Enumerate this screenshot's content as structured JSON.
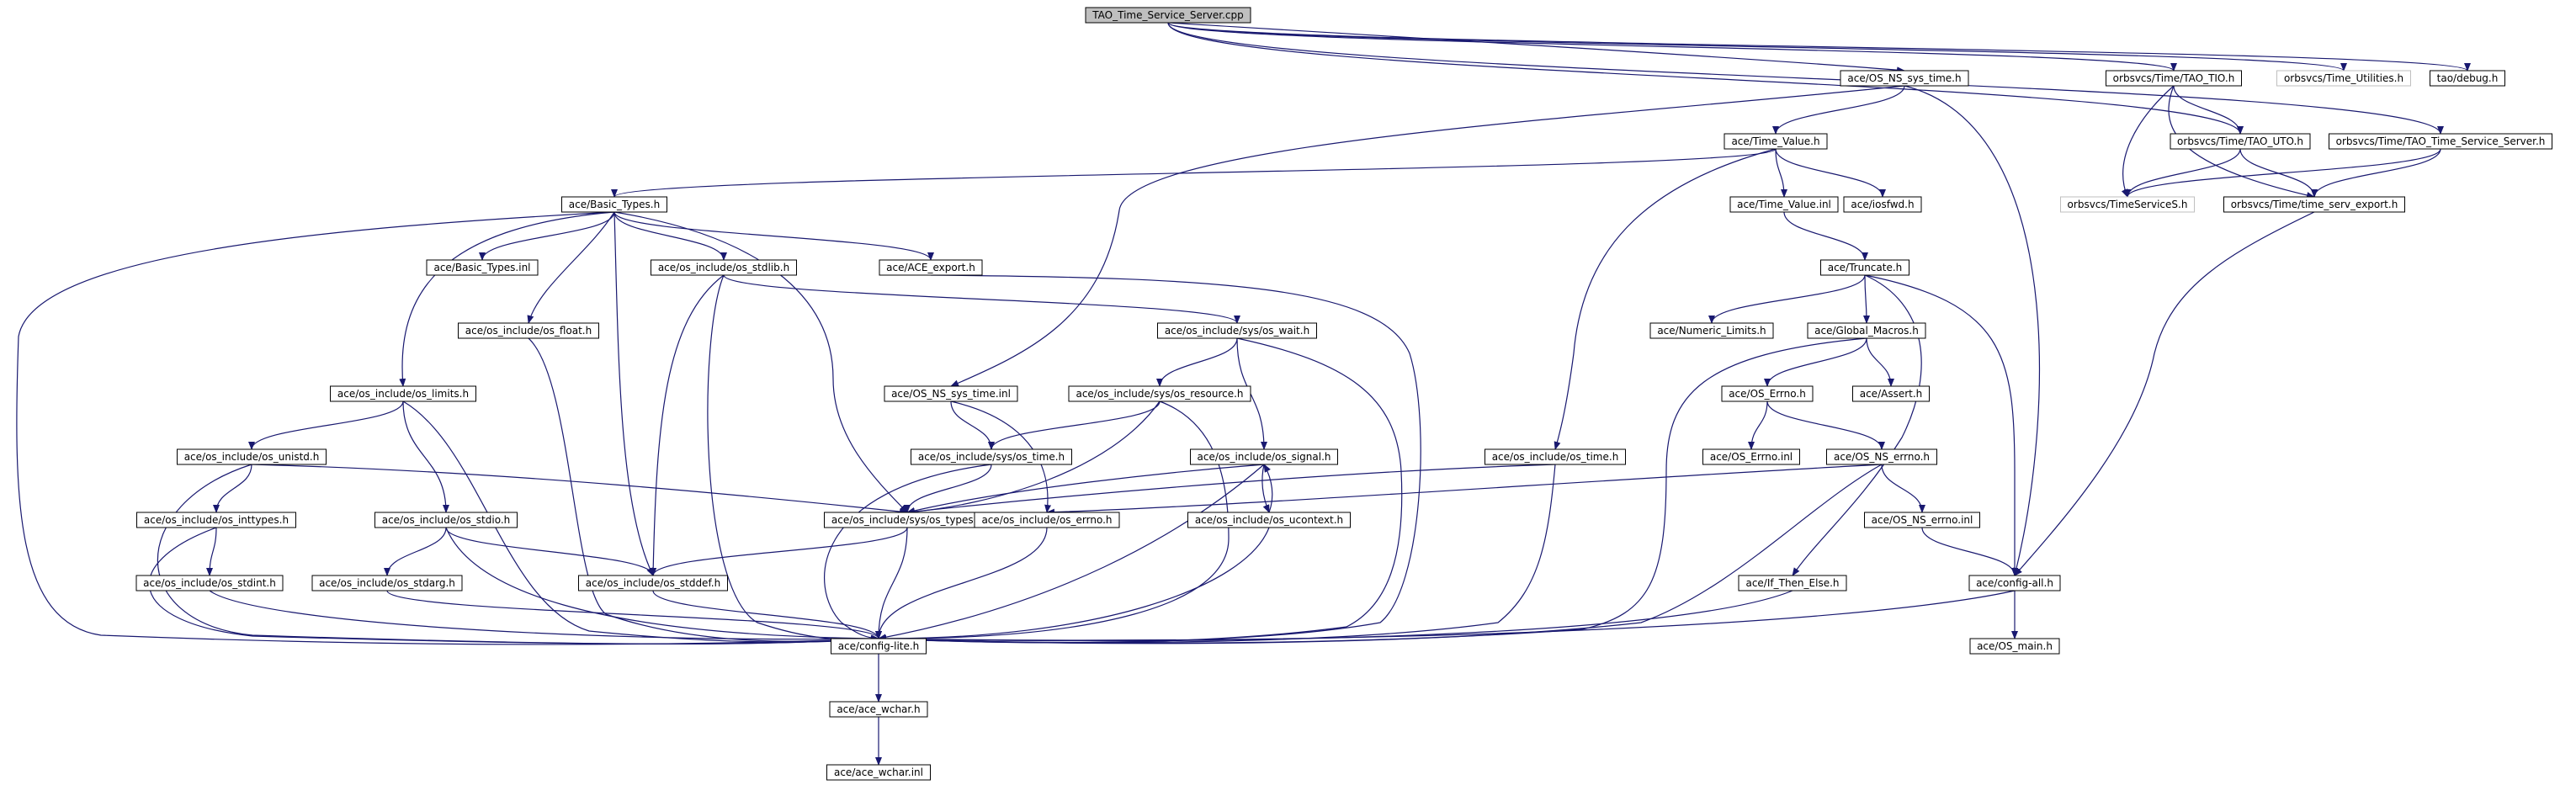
{
  "diagram": {
    "colors": {
      "edge": "#191970",
      "node_border": "#000000",
      "root_fill": "#bfbfbf",
      "node_fill": "#ffffff",
      "external_border": "#bfbfbf"
    },
    "nodes": [
      {
        "id": "root",
        "label": "TAO_Time_Service_Server.cpp",
        "kind": "root"
      },
      {
        "id": "ns_sys_time_h",
        "label": "ace/OS_NS_sys_time.h"
      },
      {
        "id": "tao_tio",
        "label": "orbsvcs/Time/TAO_TIO.h"
      },
      {
        "id": "time_utilities",
        "label": "orbsvcs/Time_Utilities.h",
        "kind": "external"
      },
      {
        "id": "tao_debug",
        "label": "tao/debug.h"
      },
      {
        "id": "time_value_h",
        "label": "ace/Time_Value.h"
      },
      {
        "id": "tao_uto",
        "label": "orbsvcs/Time/TAO_UTO.h"
      },
      {
        "id": "tao_tss_h",
        "label": "orbsvcs/Time/TAO_Time_Service_Server.h"
      },
      {
        "id": "basic_types_h",
        "label": "ace/Basic_Types.h"
      },
      {
        "id": "time_value_inl",
        "label": "ace/Time_Value.inl"
      },
      {
        "id": "iosfwd",
        "label": "ace/iosfwd.h"
      },
      {
        "id": "timeservices",
        "label": "orbsvcs/TimeServiceS.h",
        "kind": "external"
      },
      {
        "id": "time_serv_export",
        "label": "orbsvcs/Time/time_serv_export.h"
      },
      {
        "id": "basic_types_inl",
        "label": "ace/Basic_Types.inl"
      },
      {
        "id": "os_stdlib",
        "label": "ace/os_include/os_stdlib.h"
      },
      {
        "id": "ace_export",
        "label": "ace/ACE_export.h"
      },
      {
        "id": "truncate",
        "label": "ace/Truncate.h"
      },
      {
        "id": "os_float",
        "label": "ace/os_include/os_float.h"
      },
      {
        "id": "sys_wait",
        "label": "ace/os_include/sys/os_wait.h"
      },
      {
        "id": "numeric_limits",
        "label": "ace/Numeric_Limits.h"
      },
      {
        "id": "global_macros",
        "label": "ace/Global_Macros.h"
      },
      {
        "id": "os_limits",
        "label": "ace/os_include/os_limits.h"
      },
      {
        "id": "ns_sys_time_inl",
        "label": "ace/OS_NS_sys_time.inl"
      },
      {
        "id": "sys_resource",
        "label": "ace/os_include/sys/os_resource.h"
      },
      {
        "id": "os_errno_h",
        "label": "ace/OS_Errno.h"
      },
      {
        "id": "assert_h",
        "label": "ace/Assert.h"
      },
      {
        "id": "os_unistd",
        "label": "ace/os_include/os_unistd.h"
      },
      {
        "id": "sys_time",
        "label": "ace/os_include/sys/os_time.h"
      },
      {
        "id": "os_signal",
        "label": "ace/os_include/os_signal.h"
      },
      {
        "id": "os_time",
        "label": "ace/os_include/os_time.h"
      },
      {
        "id": "os_errno_inl",
        "label": "ace/OS_Errno.inl"
      },
      {
        "id": "ns_errno_h",
        "label": "ace/OS_NS_errno.h"
      },
      {
        "id": "os_inttypes",
        "label": "ace/os_include/os_inttypes.h"
      },
      {
        "id": "os_stdio",
        "label": "ace/os_include/os_stdio.h"
      },
      {
        "id": "sys_types",
        "label": "ace/os_include/sys/os_types.h"
      },
      {
        "id": "inc_os_errno",
        "label": "ace/os_include/os_errno.h"
      },
      {
        "id": "os_ucontext",
        "label": "ace/os_include/os_ucontext.h"
      },
      {
        "id": "ns_errno_inl",
        "label": "ace/OS_NS_errno.inl"
      },
      {
        "id": "os_stdint",
        "label": "ace/os_include/os_stdint.h"
      },
      {
        "id": "os_stdarg",
        "label": "ace/os_include/os_stdarg.h"
      },
      {
        "id": "os_stddef",
        "label": "ace/os_include/os_stddef.h"
      },
      {
        "id": "if_then_else",
        "label": "ace/If_Then_Else.h"
      },
      {
        "id": "config_all",
        "label": "ace/config-all.h"
      },
      {
        "id": "config_lite",
        "label": "ace/config-lite.h"
      },
      {
        "id": "os_main",
        "label": "ace/OS_main.h"
      },
      {
        "id": "ace_wchar_h",
        "label": "ace/ace_wchar.h"
      },
      {
        "id": "ace_wchar_inl",
        "label": "ace/ace_wchar.inl"
      }
    ],
    "edges": [
      [
        "root",
        "ns_sys_time_h"
      ],
      [
        "root",
        "tao_tio"
      ],
      [
        "root",
        "time_utilities"
      ],
      [
        "root",
        "tao_debug"
      ],
      [
        "root",
        "tao_uto"
      ],
      [
        "root",
        "tao_tss_h"
      ],
      [
        "ns_sys_time_h",
        "time_value_h"
      ],
      [
        "ns_sys_time_h",
        "ns_sys_time_inl"
      ],
      [
        "ns_sys_time_h",
        "config_all"
      ],
      [
        "tao_tio",
        "tao_uto"
      ],
      [
        "tao_tio",
        "timeservices"
      ],
      [
        "tao_tio",
        "time_serv_export"
      ],
      [
        "tao_uto",
        "timeservices"
      ],
      [
        "tao_uto",
        "time_serv_export"
      ],
      [
        "tao_tss_h",
        "timeservices"
      ],
      [
        "tao_tss_h",
        "time_serv_export"
      ],
      [
        "time_serv_export",
        "config_all"
      ],
      [
        "time_value_h",
        "basic_types_h"
      ],
      [
        "time_value_h",
        "time_value_inl"
      ],
      [
        "time_value_h",
        "iosfwd"
      ],
      [
        "time_value_h",
        "os_time"
      ],
      [
        "time_value_inl",
        "truncate"
      ],
      [
        "truncate",
        "numeric_limits"
      ],
      [
        "truncate",
        "global_macros"
      ],
      [
        "truncate",
        "if_then_else"
      ],
      [
        "truncate",
        "config_all"
      ],
      [
        "global_macros",
        "os_errno_h"
      ],
      [
        "global_macros",
        "assert_h"
      ],
      [
        "global_macros",
        "config_lite"
      ],
      [
        "os_errno_h",
        "os_errno_inl"
      ],
      [
        "os_errno_h",
        "ns_errno_h"
      ],
      [
        "ns_errno_h",
        "ns_errno_inl"
      ],
      [
        "ns_errno_h",
        "inc_os_errno"
      ],
      [
        "ns_errno_h",
        "config_lite"
      ],
      [
        "ns_errno_inl",
        "config_all"
      ],
      [
        "if_then_else",
        "config_lite"
      ],
      [
        "config_all",
        "config_lite"
      ],
      [
        "config_all",
        "os_main"
      ],
      [
        "basic_types_h",
        "basic_types_inl"
      ],
      [
        "basic_types_h",
        "os_limits"
      ],
      [
        "basic_types_h",
        "os_float"
      ],
      [
        "basic_types_h",
        "os_stdlib"
      ],
      [
        "basic_types_h",
        "ace_export"
      ],
      [
        "basic_types_h",
        "sys_types"
      ],
      [
        "basic_types_h",
        "os_stddef"
      ],
      [
        "basic_types_h",
        "config_lite"
      ],
      [
        "os_stdlib",
        "sys_wait"
      ],
      [
        "os_stdlib",
        "os_stddef"
      ],
      [
        "os_stdlib",
        "config_lite"
      ],
      [
        "ace_export",
        "config_lite"
      ],
      [
        "os_float",
        "config_lite"
      ],
      [
        "os_limits",
        "os_unistd"
      ],
      [
        "os_limits",
        "os_stdio"
      ],
      [
        "os_limits",
        "config_lite"
      ],
      [
        "os_unistd",
        "os_inttypes"
      ],
      [
        "os_unistd",
        "sys_types"
      ],
      [
        "os_unistd",
        "config_lite"
      ],
      [
        "os_inttypes",
        "os_stdint"
      ],
      [
        "os_inttypes",
        "config_lite"
      ],
      [
        "os_stdint",
        "config_lite"
      ],
      [
        "os_stdio",
        "os_stdarg"
      ],
      [
        "os_stdio",
        "os_stddef"
      ],
      [
        "os_stdio",
        "config_lite"
      ],
      [
        "os_stdarg",
        "config_lite"
      ],
      [
        "os_stddef",
        "config_lite"
      ],
      [
        "sys_wait",
        "sys_resource"
      ],
      [
        "sys_wait",
        "os_signal"
      ],
      [
        "sys_wait",
        "config_lite"
      ],
      [
        "sys_resource",
        "sys_time"
      ],
      [
        "sys_resource",
        "sys_types"
      ],
      [
        "sys_resource",
        "config_lite"
      ],
      [
        "ns_sys_time_inl",
        "sys_time"
      ],
      [
        "ns_sys_time_inl",
        "inc_os_errno"
      ],
      [
        "sys_time",
        "sys_types"
      ],
      [
        "sys_time",
        "config_lite"
      ],
      [
        "os_signal",
        "sys_types"
      ],
      [
        "os_signal",
        "os_ucontext"
      ],
      [
        "os_signal",
        "config_lite"
      ],
      [
        "os_ucontext",
        "os_signal"
      ],
      [
        "os_ucontext",
        "config_lite"
      ],
      [
        "os_time",
        "sys_types"
      ],
      [
        "os_time",
        "config_lite"
      ],
      [
        "sys_types",
        "os_stddef"
      ],
      [
        "sys_types",
        "config_lite"
      ],
      [
        "inc_os_errno",
        "config_lite"
      ],
      [
        "config_lite",
        "ace_wchar_h"
      ],
      [
        "ace_wchar_h",
        "ace_wchar_inl"
      ]
    ]
  }
}
